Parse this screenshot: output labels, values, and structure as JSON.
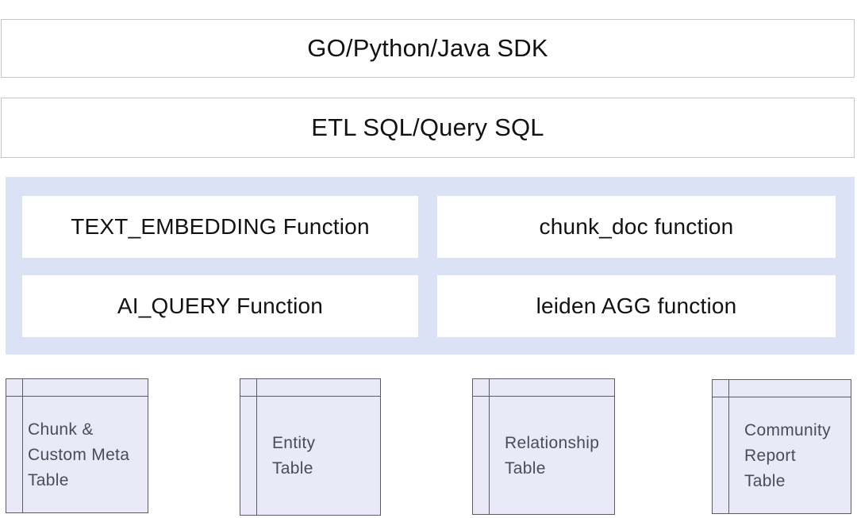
{
  "colors": {
    "bg": "#ffffff",
    "layer_border": "#c6c6c6",
    "panel_bg": "#dce2f6",
    "func_bg": "#ffffff",
    "table_fill": "#e9e9f7",
    "table_border": "#5c5c66",
    "table_text": "#4c4c58",
    "text": "#121212"
  },
  "layers": [
    {
      "label": "GO/Python/Java SDK"
    },
    {
      "label": "ETL SQL/Query SQL"
    }
  ],
  "function_panel": {
    "functions": [
      {
        "label": "TEXT_EMBEDDING Function"
      },
      {
        "label": "chunk_doc function"
      },
      {
        "label": "AI_QUERY Function"
      },
      {
        "label": "leiden AGG function"
      }
    ]
  },
  "tables": [
    {
      "name": "chunk-custom-meta-table",
      "lines": [
        "Chunk &",
        "Custom Meta",
        "Table"
      ]
    },
    {
      "name": "entity-table",
      "lines": [
        "Entity",
        "Table"
      ]
    },
    {
      "name": "relationship-table",
      "lines": [
        "Relationship",
        "Table"
      ]
    },
    {
      "name": "community-report-table",
      "lines": [
        "Community",
        "Report",
        "Table"
      ]
    }
  ]
}
